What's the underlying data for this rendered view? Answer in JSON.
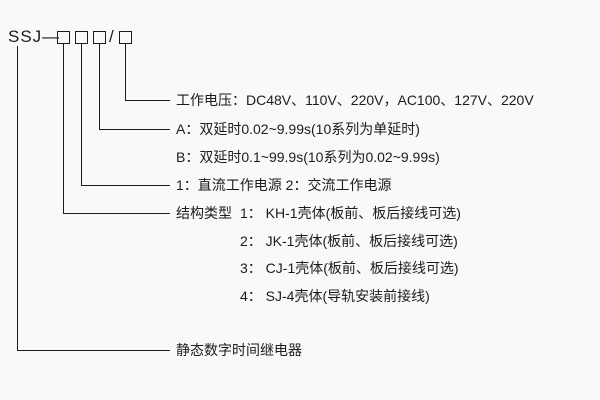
{
  "model": {
    "prefix": "SSJ—",
    "slash": "/"
  },
  "labels": {
    "voltage": "工作电压：DC48V、110V、220V，AC100、127V、220V",
    "delay_a": "A：双延时0.02~9.99s(10系列为单延时)",
    "delay_b": "B：双延时0.1~99.9s(10系列为0.02~9.99s)",
    "power": "1：直流工作电源  2：交流工作电源",
    "structure_title": "结构类型",
    "structure_items": [
      "1： KH-1壳体(板前、板后接线可选)",
      "2： JK-1壳体(板前、板后接线可选)",
      "3： CJ-1壳体(板前、板后接线可选)",
      "4： SJ-4壳体(导轨安装前接线)"
    ],
    "product_name": "静态数字时间继电器"
  },
  "colors": {
    "line": "#1c1c1c",
    "background": "#f9f9f7"
  }
}
